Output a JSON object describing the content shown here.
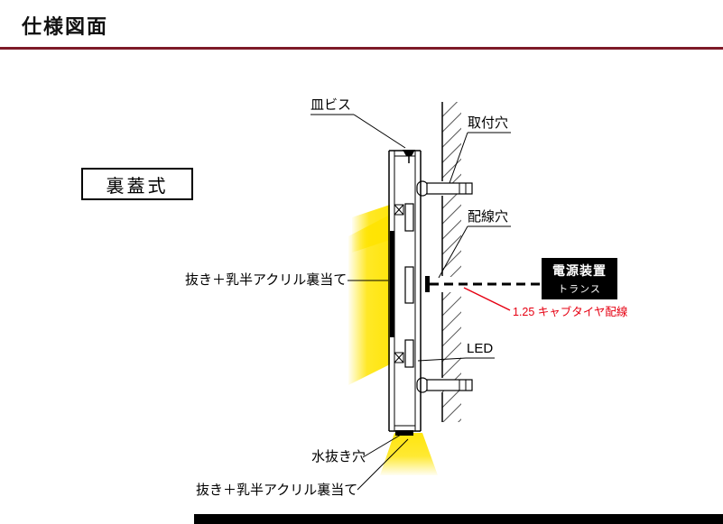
{
  "colors": {
    "rule": "#7d1a28",
    "ink": "#000000",
    "glow": "#ffe400",
    "red-label": "#e60012",
    "power-bg": "#000000",
    "power-fg": "#ffffff",
    "bg": "#ffffff"
  },
  "header": {
    "title": "仕様図面"
  },
  "badge": {
    "label": "裏蓋式"
  },
  "labels": {
    "countersunk_screw": "皿ビス",
    "mounting_hole": "取付穴",
    "wiring_hole": "配線穴",
    "led": "LED",
    "acrylic_backing_left": "抜き＋乳半アクリル裏当て",
    "drain_hole": "水抜き穴",
    "acrylic_backing_bottom": "抜き＋乳半アクリル裏当て",
    "cabtire_wiring": "1.25 キャブタイヤ配線"
  },
  "power_unit": {
    "name": "電源装置",
    "sub": "トランス"
  }
}
